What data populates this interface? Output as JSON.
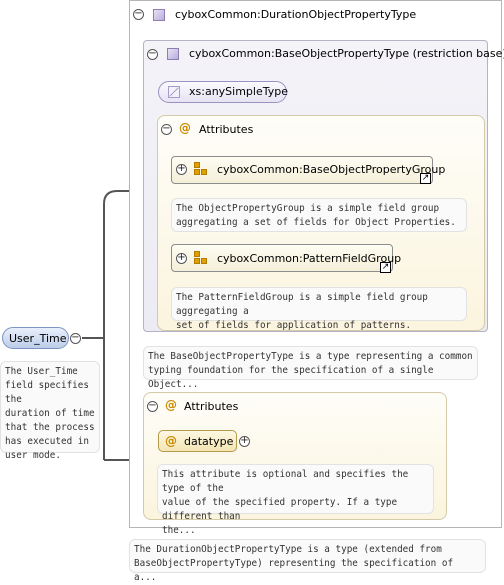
{
  "outer_type": {
    "label": "cyboxCommon:DurationObjectPropertyType"
  },
  "base_type": {
    "label": "cyboxCommon:BaseObjectPropertyType (restriction base)"
  },
  "simple_type": {
    "label": "xs:anySimpleType"
  },
  "attributes_inner": {
    "label": "Attributes"
  },
  "group1": {
    "label": "cyboxCommon:BaseObjectPropertyGroup",
    "desc": [
      "The ObjectPropertyGroup is a simple field group",
      "aggregating a set of fields for Object Properties."
    ]
  },
  "group2": {
    "label": "cyboxCommon:PatternFieldGroup",
    "desc": [
      "The PatternFieldGroup is a simple field group aggregating a",
      "set of fields for application of patterns."
    ]
  },
  "base_desc": [
    "The BaseObjectPropertyType is a type representing a common",
    "typing foundation for the specification of a single Object..."
  ],
  "attributes_outer": {
    "label": "Attributes"
  },
  "datatype": {
    "label": "datatype",
    "desc": [
      "This attribute is optional and specifies the type of the",
      "value of the specified property. If a type different than",
      "the..."
    ]
  },
  "outer_desc": [
    "The DurationObjectPropertyType is a type (extended from",
    "BaseObjectPropertyType) representing the specification of a..."
  ],
  "root": {
    "label": "User_Time",
    "desc": [
      "The User_Time",
      "field specifies the",
      "duration of time",
      "that the process",
      "has executed in",
      "user mode."
    ]
  },
  "colors": {
    "connector": "#555555",
    "type_accent": "#b9acdb",
    "attr_accent": "#e0a100",
    "root_accent": "#bccde9"
  }
}
